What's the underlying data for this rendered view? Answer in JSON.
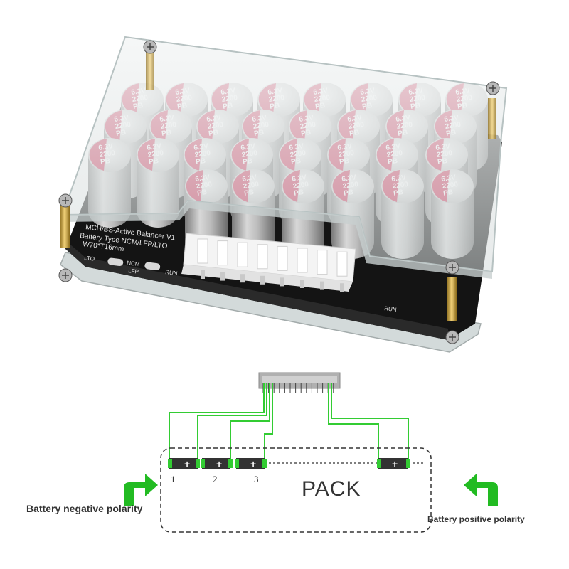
{
  "photo": {
    "capacitor": {
      "voltage": "6.3V",
      "capacitance": "2200",
      "series": "PB"
    },
    "pcb": {
      "model_line": "MCH/BS-Active Balancer V1",
      "type_line": "Battery Type NCM/LFP/LTO",
      "size_line": "W70*T16mm",
      "jumper_labels": [
        "LTO",
        "NCM",
        "LFP"
      ],
      "run_label_left": "RUN",
      "run_label_right": "RUN"
    }
  },
  "diagram": {
    "cell_numbers": [
      "1",
      "2",
      "3"
    ],
    "pack_label": "PACK",
    "negative_label": "Battery negative polarity",
    "positive_label": "Battery positive polarity",
    "plus_symbol": "+",
    "colors": {
      "wire": "#33cc33",
      "arrow": "#22bb22",
      "cell": "#333333",
      "connector": "#aaaaaa"
    }
  }
}
